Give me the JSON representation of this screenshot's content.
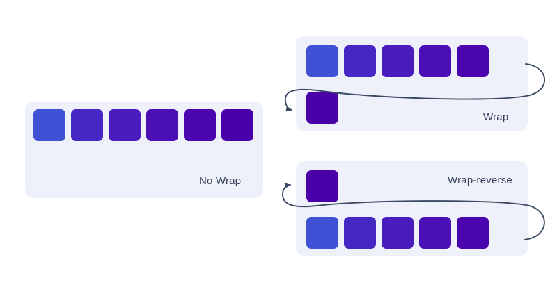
{
  "page": {
    "background": "#ffffff",
    "title": "Flexbox flex-wrap illustration"
  },
  "theme": {
    "panel_background": "#eef0fa",
    "label_color": "#36415b",
    "arrow_color": "#3b4a63",
    "box_colors": [
      "#3f51d5",
      "#4527c4",
      "#4a1cbd",
      "#4a0fb5",
      "#4a05ae",
      "#4a00a8"
    ]
  },
  "diagrams": [
    {
      "id": "no-wrap",
      "label": "No Wrap",
      "label_position": "bottom-right",
      "box_count": 6,
      "rows": [
        {
          "colors": [
            "#3f51d5",
            "#4527c4",
            "#4a1cbd",
            "#4a0fb5",
            "#4a05ae",
            "#4a00a8"
          ]
        }
      ],
      "arrow": false,
      "overflow": true
    },
    {
      "id": "wrap",
      "label": "Wrap",
      "label_position": "bottom-right",
      "box_count": 6,
      "rows": [
        {
          "colors": [
            "#3f51d5",
            "#4527c4",
            "#4a1cbd",
            "#4a0fb5",
            "#4a05ae"
          ]
        },
        {
          "colors": [
            "#4a00a8"
          ]
        }
      ],
      "arrow": true,
      "arrow_direction": "right-end-to-next-row-start",
      "overflow": false
    },
    {
      "id": "wrap-reverse",
      "label": "Wrap-reverse",
      "label_position": "top-right",
      "box_count": 6,
      "rows": [
        {
          "colors": [
            "#4a00a8"
          ]
        },
        {
          "colors": [
            "#3f51d5",
            "#4527c4",
            "#4a1cbd",
            "#4a0fb5",
            "#4a05ae"
          ]
        }
      ],
      "arrow": true,
      "arrow_direction": "right-end-to-upper-row-start",
      "overflow": false
    }
  ]
}
